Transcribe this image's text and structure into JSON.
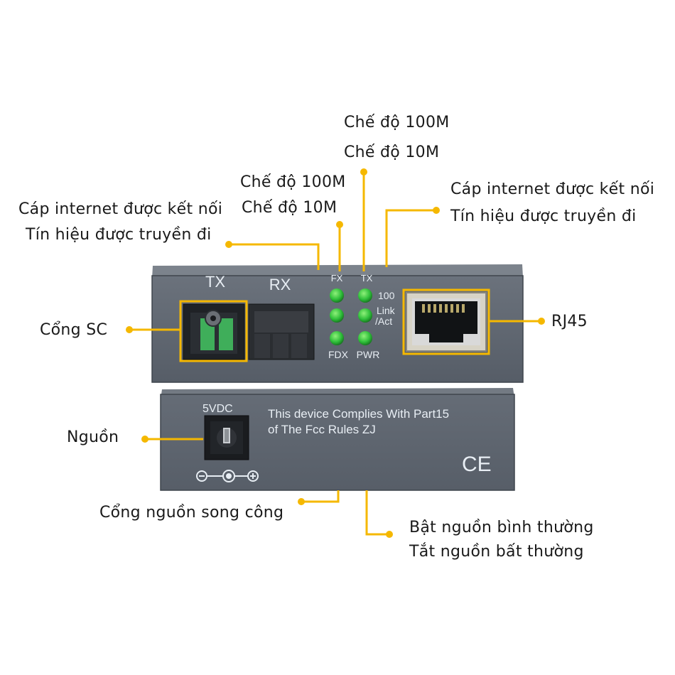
{
  "device": {
    "tx_label": "TX",
    "rx_label": "RX",
    "led_fx": "FX",
    "led_tx": "TX",
    "led_100": "100",
    "led_link": "Link",
    "led_act": "/Act",
    "led_fdx": "FDX",
    "led_pwr": "PWR",
    "power_label": "5VDC",
    "compliance_line1": "This device Complies With Part15",
    "compliance_line2": "of The Fcc Rules ZJ",
    "ce_mark": "CE"
  },
  "annotations": {
    "mode_top_1": "Chế độ 100M",
    "mode_top_2": "Chế độ 10M",
    "mode_mid_1": "Chế độ 100M",
    "mode_mid_2": "Chế độ 10M",
    "left_cable_1": "Cáp internet được kết nối",
    "left_cable_2": "Tín hiệu được truyền đi",
    "right_cable_1": "Cáp internet được kết nối",
    "right_cable_2": "Tín hiệu được truyền đi",
    "sc_port": "Cổng SC",
    "rj45": "RJ45",
    "power": "Nguồn",
    "duplex_power": "Cổng nguồn song công",
    "power_normal": "Bật nguồn bình thường",
    "power_abnormal": "Tắt nguồn bất thường"
  },
  "colors": {
    "accent": "#f5b800",
    "device_body": "#5f6670",
    "led": "#2fbf3a"
  }
}
